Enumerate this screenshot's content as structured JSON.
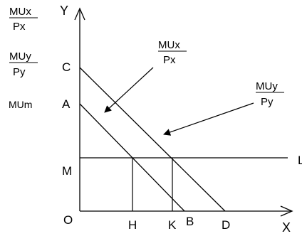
{
  "diagram": {
    "axes": {
      "y_label": "Y",
      "x_label": "X",
      "origin_label": "O"
    },
    "left_labels": {
      "mux_px": {
        "num": "MUx",
        "den": "Px"
      },
      "muy_py": {
        "num": "MUy",
        "den": "Py"
      },
      "mum": "MUm"
    },
    "points": {
      "C": "C",
      "A": "A",
      "M": "M",
      "H": "H",
      "K": "K",
      "B": "B",
      "D": "D"
    },
    "line_end_label": "L",
    "callouts": {
      "mux_px": {
        "num": "MUx",
        "den": "Px"
      },
      "muy_py": {
        "num": "MUy",
        "den": "Py"
      }
    },
    "colors": {
      "ink": "#000000",
      "background": "#ffffff"
    }
  }
}
